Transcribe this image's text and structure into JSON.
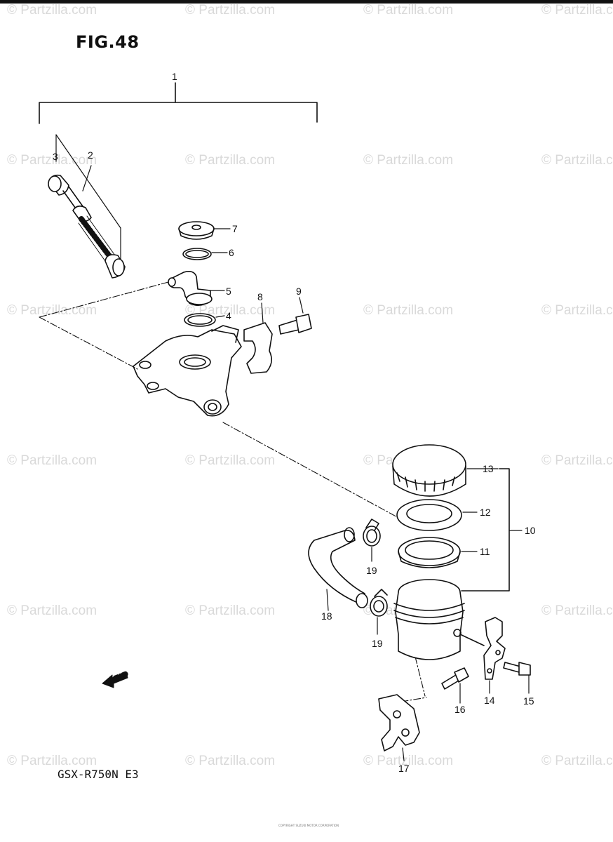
{
  "figure": {
    "title": "FIG.48",
    "model": "GSX-R750N E3",
    "footer_text": "COPYRIGHT SUZUKI MOTOR CORPORATION"
  },
  "watermark": {
    "text": "© Partzilla.com"
  },
  "direction_marker": {
    "label": "FWD",
    "icon": "forward-arrow-icon"
  },
  "callouts": [
    "1",
    "2",
    "3",
    "4",
    "5",
    "6",
    "7",
    "8",
    "9",
    "10",
    "11",
    "12",
    "13",
    "14",
    "15",
    "16",
    "17",
    "18",
    "19",
    "19"
  ]
}
